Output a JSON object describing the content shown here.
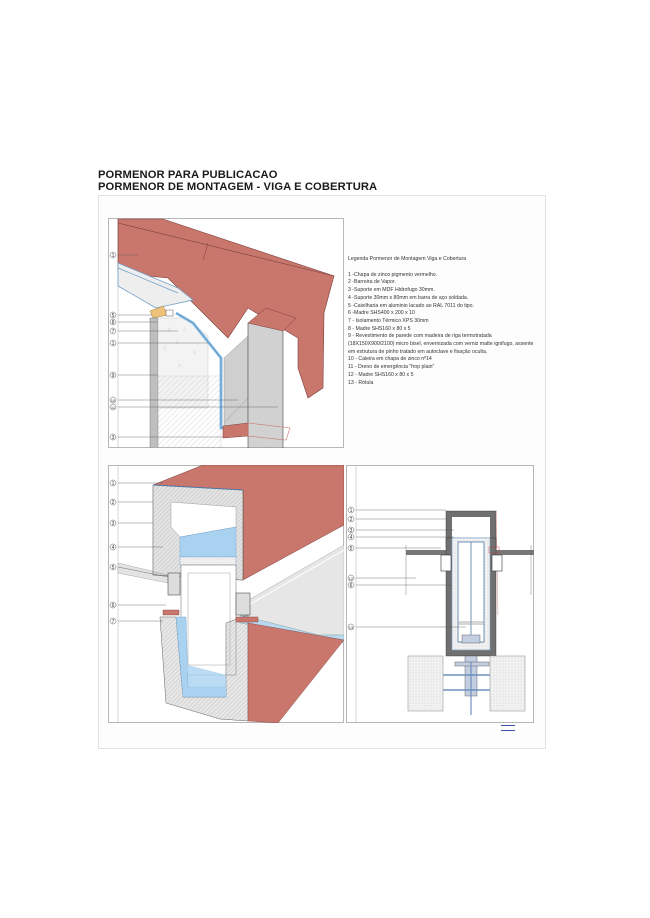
{
  "header": {
    "title_line1": "PORMENOR PARA PUBLICACAO",
    "title_line2": "PORMENOR DE MONTAGEM - VIGA E COBERTURA"
  },
  "legend": {
    "title": "Legenda Pormenor de Montagem Viga e Cobertura",
    "items": [
      "1 -Chapa de zinco pigmento vermelho.",
      "2 -Barreira de Vapor.",
      "3 -Suporte em MDF Hidrofugo 30mm.",
      "4 -Suporte 30mm x 80mm em barra de aço soldada.",
      "5 -Caixilharia em aluminio lacado ao RAL 7011 do tipo.",
      "6 -Madre SHS400 x 200 x 10",
      "7 - Isolamento Térmico XPS 30mm",
      "8 - Madre SHS160 x 80 x 5",
      "9 - Revestimento de parede com madeira de riga termotratada (18X150X900/2100) micro bisel, envernizada com verniz matte ignifugo, assente em estrutura de pinho tratado em autoclave e fixação oculta.",
      "10 - Caleira em chapa de zinco nº14",
      "11 - Dreno de emergência \"frop plain\"",
      "12 - Madre SHS160 x 80 x 5",
      "13 - Rótula"
    ]
  },
  "panels": {
    "roof_section": {
      "callouts": [
        "1",
        "5",
        "8",
        "7",
        "1",
        "9",
        "10",
        "11",
        "3"
      ]
    },
    "axonometric_beam": {
      "callouts": [
        "1",
        "2",
        "3",
        "4",
        "5",
        "6",
        "7"
      ]
    },
    "beam_section": {
      "callouts": [
        "1",
        "2",
        "3",
        "4",
        "5",
        "12",
        "6",
        "13"
      ]
    }
  },
  "colors": {
    "zinc_red": "#c9776d",
    "zinc_red_dark": "#8a4a44",
    "insulation_blue": "#a9d2f0",
    "concrete_grey": "#cfcfcf",
    "timber": "#efc27a"
  }
}
